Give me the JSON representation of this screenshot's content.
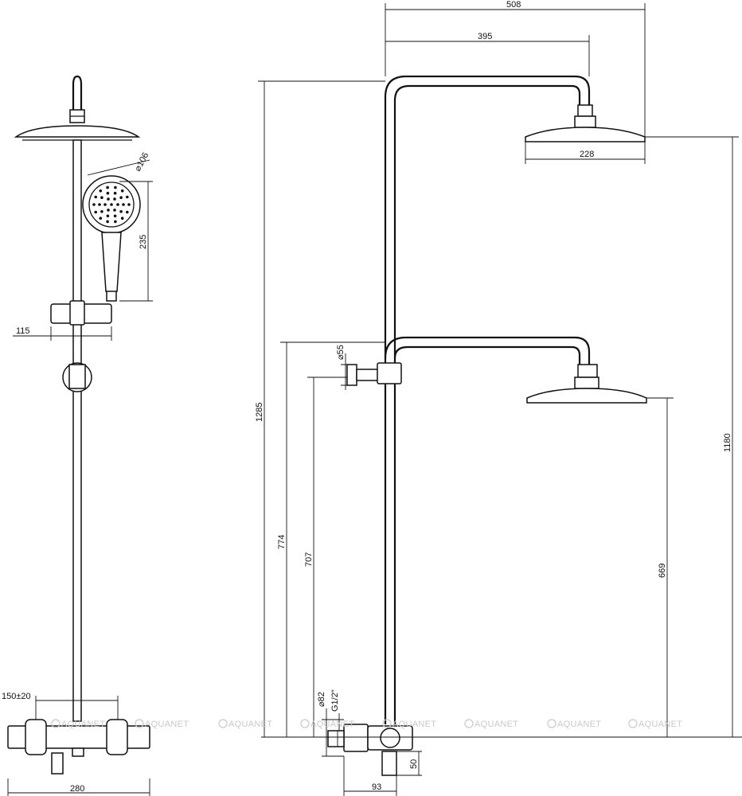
{
  "dimensions": {
    "total_width": "508",
    "arm_length": "395",
    "head_diameter": "228",
    "total_height": "1285",
    "head_height": "1180",
    "lower_connection_height": "774",
    "outlet_height": "707",
    "lower_head_height": "669",
    "hand_shower_diameter": "⌀106",
    "hand_shower_length": "235",
    "holder_offset": "115",
    "bracket_diameter": "⌀55",
    "mixer_spacing": "150±20",
    "mixer_width": "280",
    "escutcheon_diameter": "⌀82",
    "thread": "G1/2\"",
    "spout_drop": "50",
    "spout_projection": "93"
  },
  "watermark": {
    "text": "AQUANET",
    "icon": "aquanet-logo-icon"
  },
  "colors": {
    "line": "#111111",
    "watermark": "#c9c9c9"
  }
}
